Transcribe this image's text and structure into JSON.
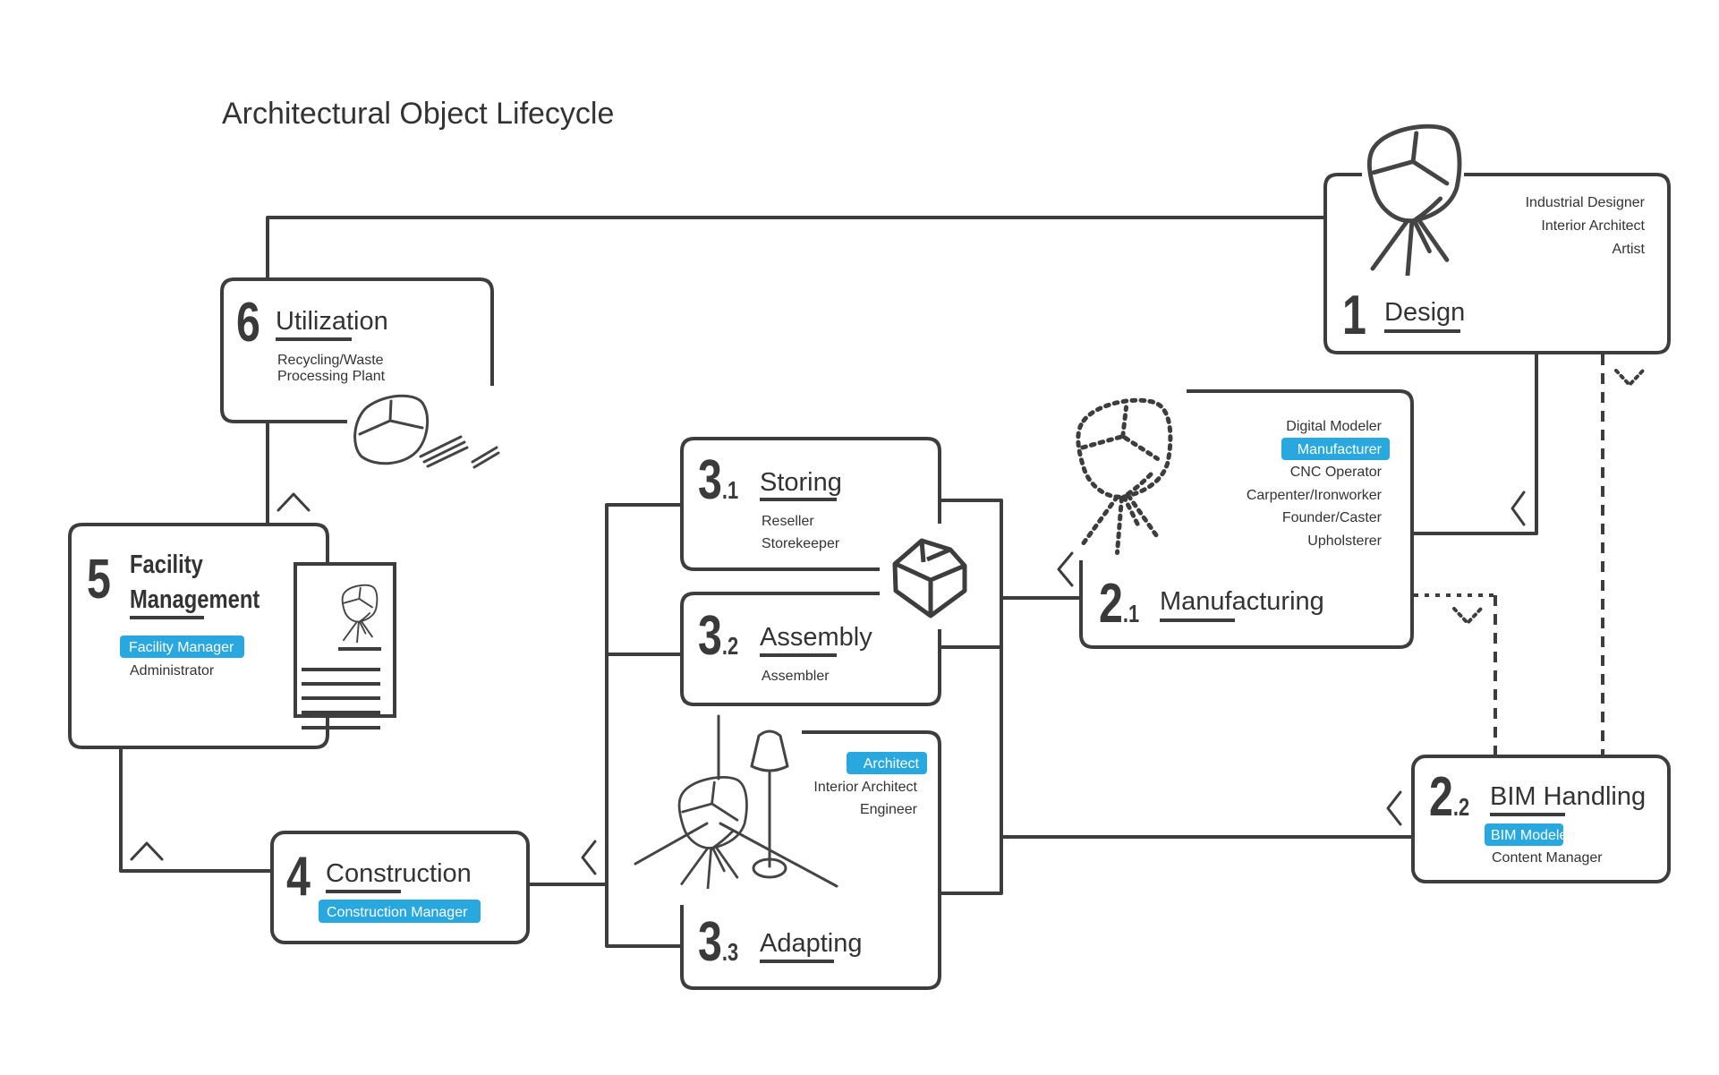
{
  "title": "Architectural Object Lifecycle",
  "colors": {
    "stroke": "#3d3d3d",
    "badge": "#29a8e0"
  },
  "icons": [
    "chair-sketch-icon",
    "dotted-chair-icon",
    "crumpled-chair-icon",
    "document-icon",
    "box-icon",
    "lamp-icon",
    "chevron-left-icon",
    "chevron-up-icon",
    "dotted-triangle-arrow-icon"
  ],
  "stages": {
    "design": {
      "number": "1",
      "title": "Design",
      "roles": [
        "Industrial Designer",
        "Interior Architect",
        "Artist"
      ]
    },
    "manufacturing": {
      "number": "2",
      "sub": ".1",
      "title": "Manufacturing",
      "roles": [
        "Digital Modeler",
        "Manufacturer",
        "CNC Operator",
        "Carpenter/Ironworker",
        "Founder/Caster",
        "Upholsterer"
      ],
      "highlighted": "Manufacturer"
    },
    "bim": {
      "number": "2",
      "sub": ".2",
      "title": "BIM Handling",
      "roles": [
        "BIM Modeler",
        "Content Manager"
      ],
      "highlighted": "BIM Modeler"
    },
    "storing": {
      "number": "3",
      "sub": ".1",
      "title": "Storing",
      "roles": [
        "Reseller",
        "Storekeeper"
      ]
    },
    "assembly": {
      "number": "3",
      "sub": ".2",
      "title": "Assembly",
      "roles": [
        "Assembler"
      ]
    },
    "adapting": {
      "number": "3",
      "sub": ".3",
      "title": "Adapting",
      "roles": [
        "Architect",
        "Interior Architect",
        "Engineer"
      ],
      "highlighted": "Architect"
    },
    "construction": {
      "number": "4",
      "title": "Construction",
      "roles": [
        "Construction Manager"
      ],
      "highlighted": "Construction Manager"
    },
    "facility": {
      "number": "5",
      "title_line1": "Facility",
      "title_line2": "Management",
      "roles": [
        "Facility Manager",
        "Administrator"
      ],
      "highlighted": "Facility Manager"
    },
    "utilization": {
      "number": "6",
      "title": "Utilization",
      "roles": [
        "Recycling/Waste",
        "Processing Plant"
      ]
    }
  }
}
